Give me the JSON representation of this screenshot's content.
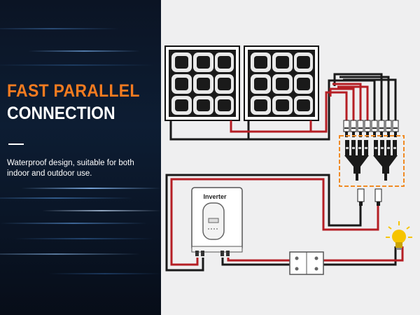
{
  "headline": {
    "line1": "FAST PARALLEL",
    "line2": "CONNECTION"
  },
  "subtitle": "Waterproof design, suitable for both indoor and outdoor use.",
  "inverter": {
    "label": "Inverter"
  },
  "colors": {
    "accent": "#f47b20",
    "wire_red": "#b51e24",
    "wire_black": "#1a1a1a",
    "panel_bg": "#0d1d33",
    "diagram_bg": "#efeff0",
    "bulb": "#f6c400"
  }
}
